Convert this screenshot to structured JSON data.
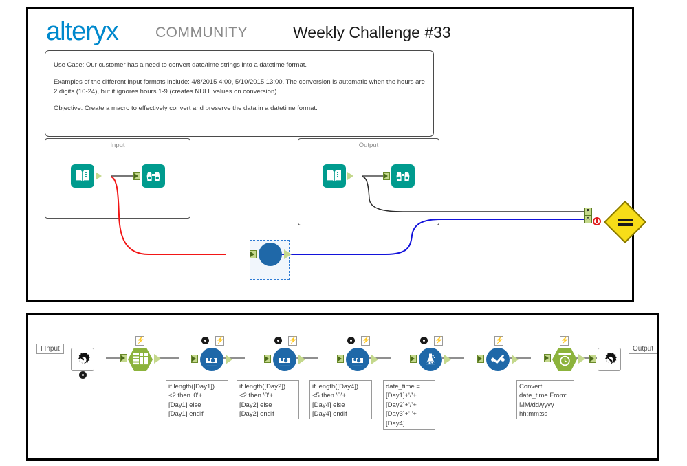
{
  "header": {
    "brand": "alteryx",
    "sub": "COMMUNITY",
    "title": "Weekly Challenge #33"
  },
  "description": {
    "use_case": "Use Case:  Our customer has a need to convert date/time strings into a datetime format.",
    "examples": "Examples of the different input formats include:  4/8/2015 4:00, 5/10/2015 13:00.  The conversion is automatic when the hours are 2 digits (10-24), but it ignores hours 1-9 (creates NULL values on conversion).",
    "objective": "Objective:  Create a macro to effectively convert and preserve the data in a datetime format."
  },
  "top_workflow": {
    "input_container_label": "Input",
    "output_container_label": "Output",
    "compare_anchor_e": "E",
    "compare_anchor_a": "A",
    "colors": {
      "teal_tool": "#009B8E",
      "wire_red": "#F21616",
      "wire_blue": "#1313DB",
      "wire_gray": "#4a4a4a",
      "diamond_yellow": "#F7DD18",
      "selection_blue": "#2F7BD4"
    }
  },
  "bottom_workflow": {
    "input_tag": "I Input",
    "output_tag": "Output",
    "annotations": [
      "if length([Day1])\n<2 then '0'+\n[Day1] else\n[Day1] endif",
      "if length([Day2])\n<2 then '0'+\n[Day2] else\n[Day2] endif",
      "if length([Day4])\n<5 then '0'+\n[Day4] else\n[Day4] endif",
      "date_time =\n[Day1]+'/'+\n[Day2]+'/'+\n[Day3]+' '+\n[Day4]",
      "Convert\ndate_time From:\nMM/dd/yyyy\nhh:mm:ss"
    ],
    "colors": {
      "hex_green": "#8CB33C",
      "circle_blue": "#1F68A8"
    }
  },
  "icons": {
    "book": "input-data-icon",
    "binoculars": "browse-icon",
    "gear_in": "macro-input-icon",
    "gear_out": "macro-output-icon",
    "select": "select-tool-icon",
    "formula": "formula-tool-icon",
    "multifield": "multi-field-formula-icon",
    "multirow": "multi-row-formula-icon",
    "datetime": "datetime-tool-icon",
    "lightning": "⚡",
    "compare": "test-compare-icon"
  }
}
